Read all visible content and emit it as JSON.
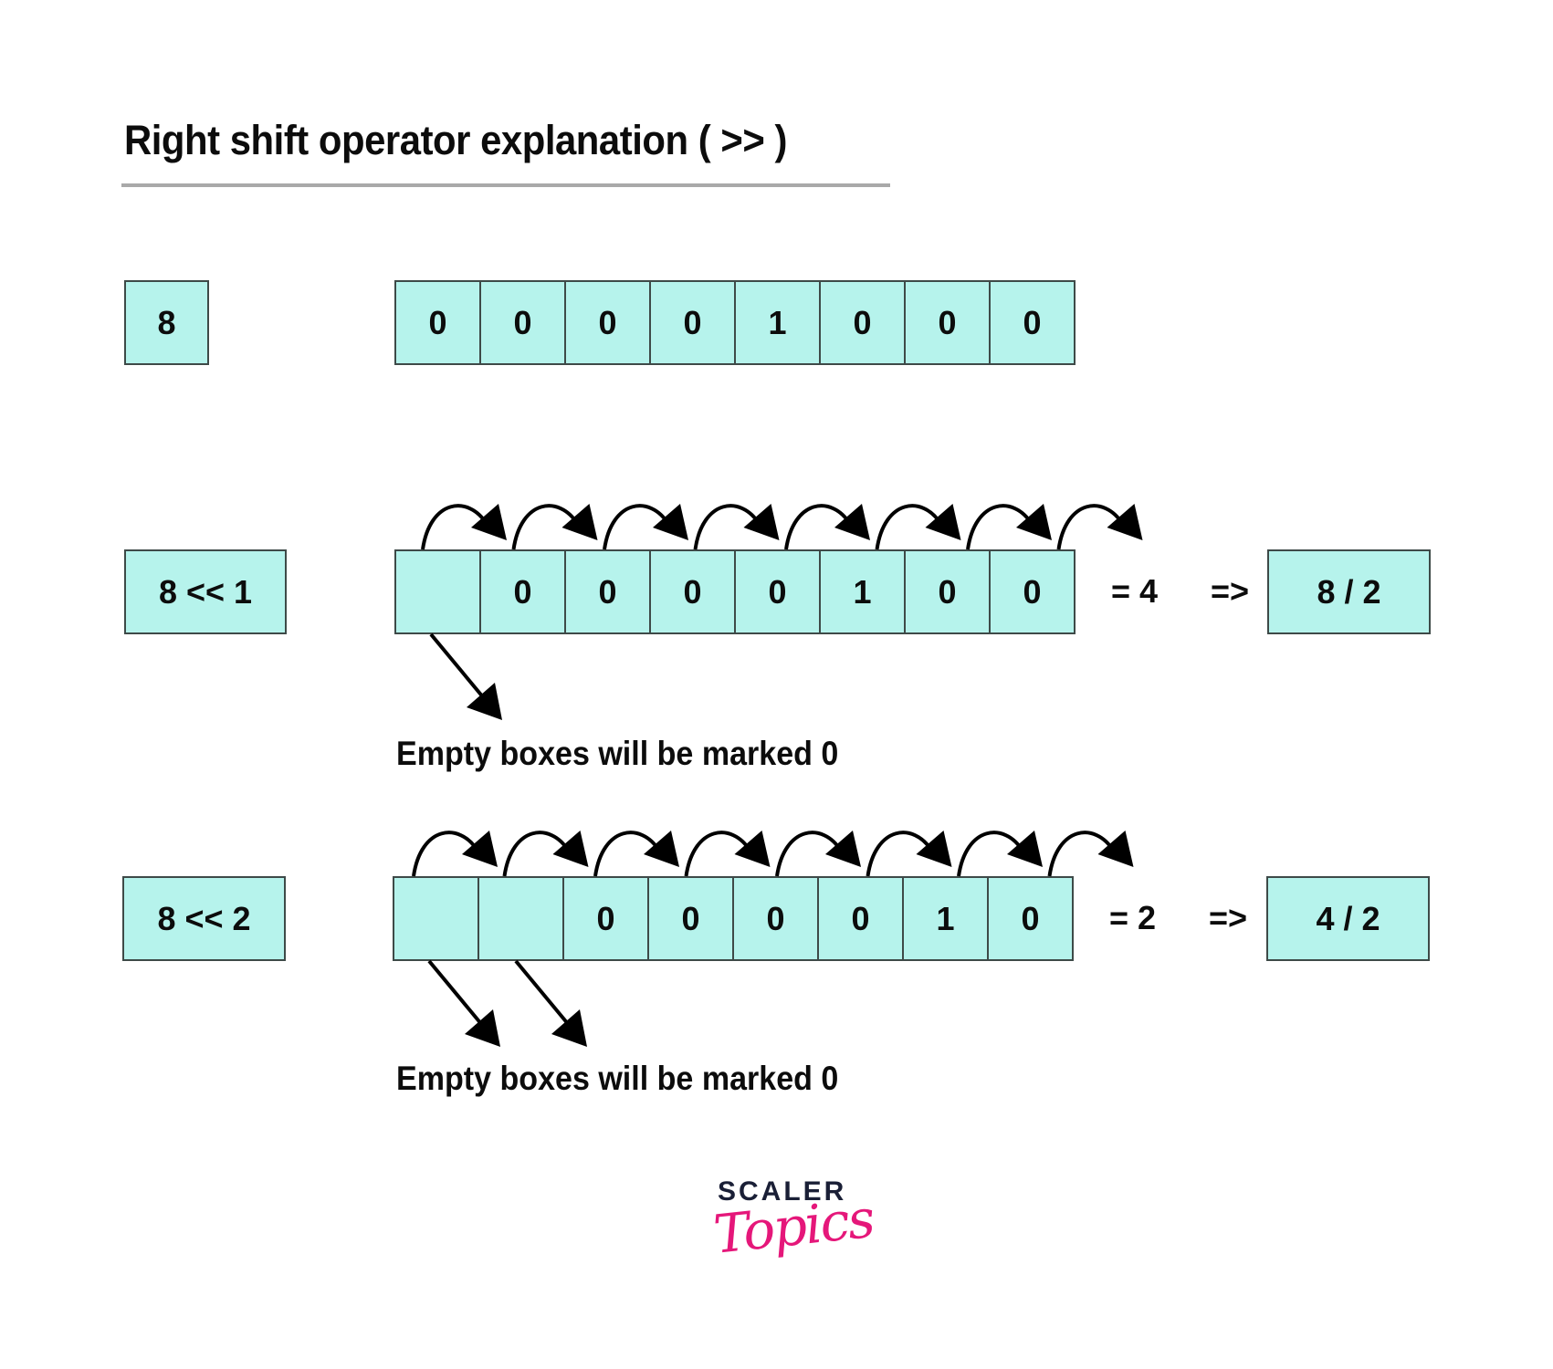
{
  "title": "Right shift operator explanation ( >> )",
  "colors": {
    "cell_fill": "#b6f3ec",
    "cell_border": "#3e4a48",
    "rule": "#a9a9a9",
    "logo_dark": "#1a1f36",
    "logo_pink": "#e5177a"
  },
  "rows": [
    {
      "label": "8",
      "bits": [
        "0",
        "0",
        "0",
        "0",
        "1",
        "0",
        "0",
        "0"
      ],
      "shift_arrows": 0,
      "empty_cells": 0
    },
    {
      "label": "8 << 1",
      "bits": [
        "",
        "0",
        "0",
        "0",
        "0",
        "1",
        "0",
        "0"
      ],
      "shift_arrows": 8,
      "empty_cells": 1,
      "equals": "= 4",
      "implies": "=>",
      "result": "8 / 2",
      "note": "Empty boxes will be marked 0"
    },
    {
      "label": "8 << 2",
      "bits": [
        "",
        "",
        "0",
        "0",
        "0",
        "0",
        "1",
        "0"
      ],
      "shift_arrows": 8,
      "empty_cells": 2,
      "equals": "= 2",
      "implies": "=>",
      "result": "4 / 2",
      "note": "Empty boxes will be marked 0"
    }
  ],
  "logo": {
    "brand": "SCALER",
    "product": "Topics"
  }
}
